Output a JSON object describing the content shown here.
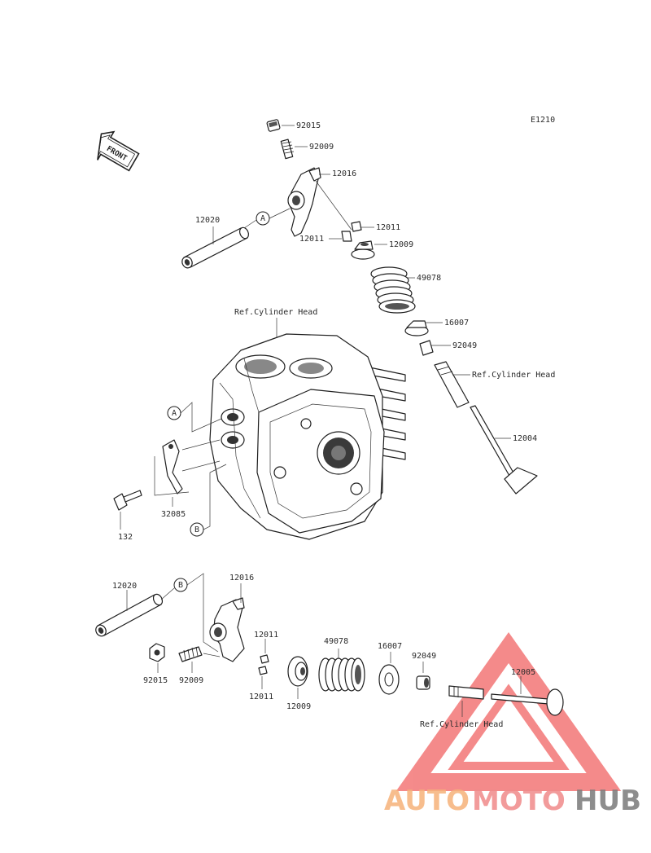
{
  "diagram": {
    "code": "E1210",
    "front_arrow": "FRONT",
    "ref_labels": [
      "Ref.Cylinder Head",
      "Ref.Cylinder Head",
      "Ref.Cylinder Head"
    ],
    "callouts": [
      "A",
      "B"
    ],
    "parts_top": [
      "92015",
      "92009",
      "12016",
      "12020",
      "12011",
      "12011",
      "12009",
      "49078",
      "16007",
      "92049",
      "12004"
    ],
    "parts_mid": [
      "32085",
      "132"
    ],
    "parts_bottom": [
      "12020",
      "12016",
      "12011",
      "12011",
      "49078",
      "16007",
      "92049",
      "12005",
      "92015",
      "92009",
      "12009"
    ]
  },
  "watermark": {
    "prefix": "AUTO",
    "middle": "MOTO",
    "suffix": "HUB",
    "colors": {
      "prefix": "#f6b27a",
      "middle": "#f08a8a",
      "suffix": "#7a7a7a",
      "triangle": "#f26a6a"
    }
  }
}
